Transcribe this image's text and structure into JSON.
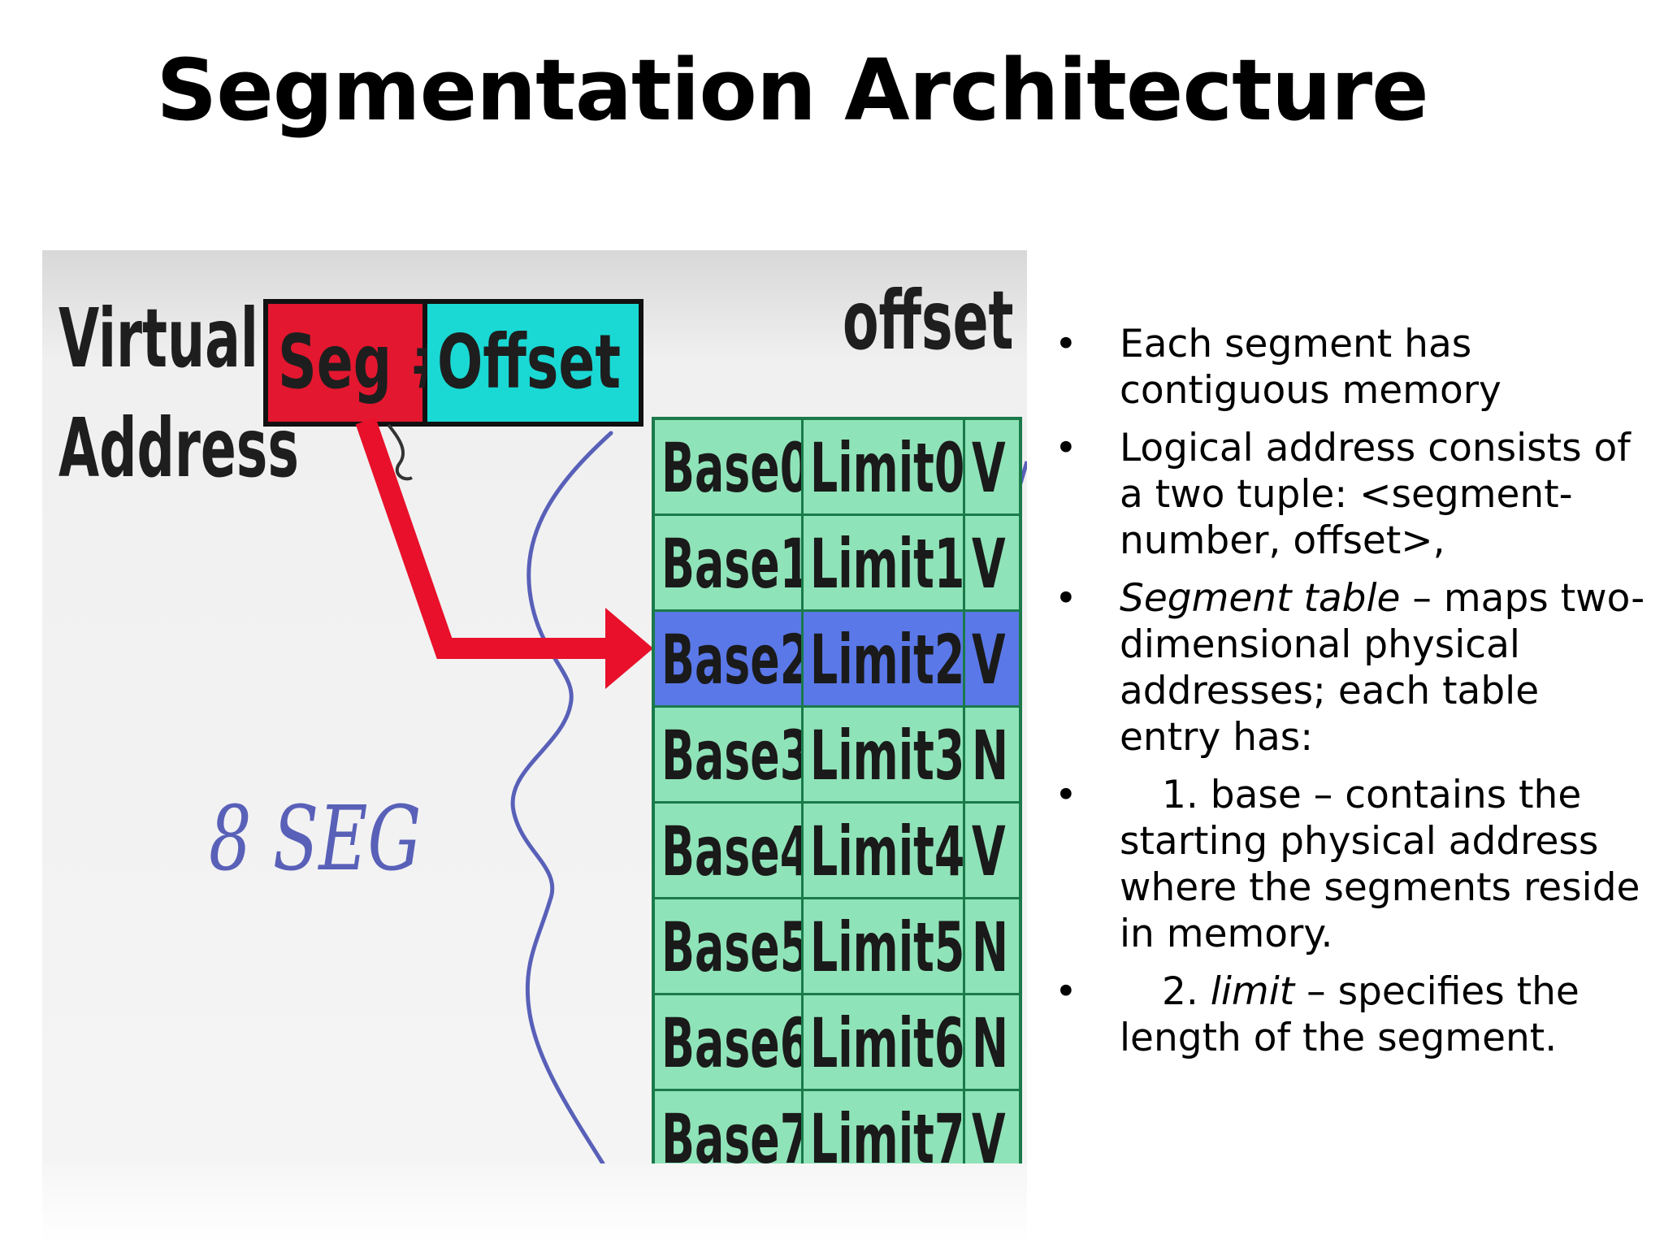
{
  "title": "Segmentation Architecture",
  "figure": {
    "virtual_label_line1": "Virtual",
    "virtual_label_line2": "Address",
    "seg_field": "Seg #",
    "offset_field": "Offset",
    "offset_label": "offset",
    "annotation": "8 SEG",
    "colors": {
      "seg_field": "#e3172f",
      "offset_field": "#1ad9d4",
      "table_row": "#8fe3b8",
      "table_highlight": "#5a78e8",
      "arrow": "#e8102a",
      "pen": "#5860b8"
    },
    "highlighted_row": 2,
    "table_rows": [
      {
        "base": "Base0",
        "limit": "Limit0",
        "flag": "V"
      },
      {
        "base": "Base1",
        "limit": "Limit1",
        "flag": "V"
      },
      {
        "base": "Base2",
        "limit": "Limit2",
        "flag": "V"
      },
      {
        "base": "Base3",
        "limit": "Limit3",
        "flag": "N"
      },
      {
        "base": "Base4",
        "limit": "Limit4",
        "flag": "V"
      },
      {
        "base": "Base5",
        "limit": "Limit5",
        "flag": "N"
      },
      {
        "base": "Base6",
        "limit": "Limit6",
        "flag": "N"
      },
      {
        "base": "Base7",
        "limit": "Limit7",
        "flag": "V"
      }
    ]
  },
  "bullets": [
    {
      "text": "Each segment has contiguous memory"
    },
    {
      "text": "Logical address consists of a two tuple: <segment-number, offset>,"
    },
    {
      "term": "Segment table",
      "text": " – maps two-dimensional physical addresses; each table entry has:"
    },
    {
      "prefix": "1. ",
      "term_plain": "base",
      "text": " – contains the starting physical address where the segments reside in memory."
    },
    {
      "prefix": "2. ",
      "term": "limit",
      "text": " – specifies the length of the segment."
    }
  ]
}
